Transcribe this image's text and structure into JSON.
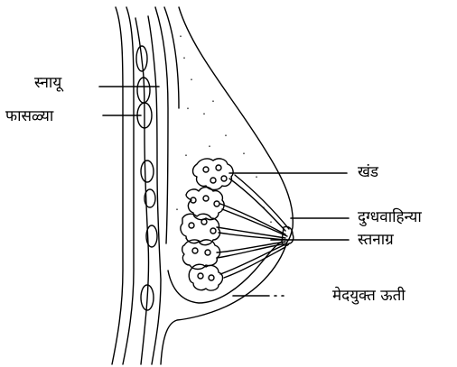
{
  "labels": {
    "muscle": "स्नायू",
    "ribs": "फासळ्या",
    "lobe": "खंड",
    "milk_ducts": "दुग्धवाहिन्या",
    "nipple": "स्तनाग्र",
    "fatty_tissue": "मेदयुक्त ऊती"
  },
  "colors": {
    "line": "#000000",
    "background": "#ffffff"
  }
}
